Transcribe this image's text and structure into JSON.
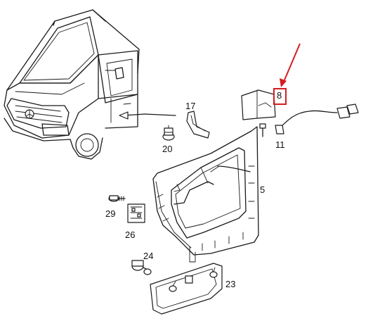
{
  "labels": {
    "p17": "17",
    "p8": "8",
    "p20": "20",
    "p11": "11",
    "p5": "5",
    "p29": "29",
    "p26": "26",
    "p24": "24",
    "p23": "23"
  },
  "colors": {
    "highlight": "#d21f1f",
    "line": "#1a1a1a",
    "background": "#ffffff"
  },
  "highlighted_part": "8"
}
